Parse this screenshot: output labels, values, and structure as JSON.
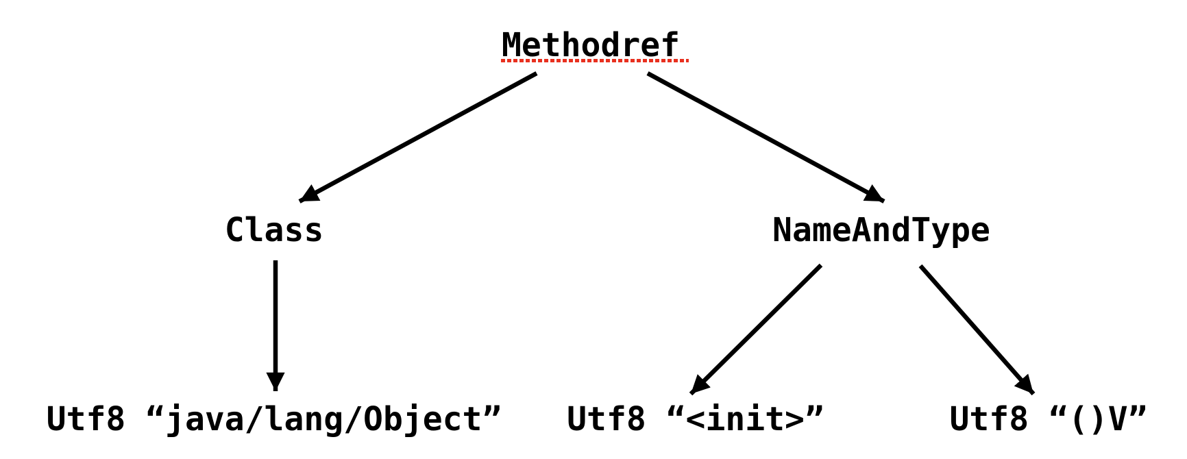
{
  "diagram": {
    "description": "Constant pool reference tree",
    "nodes": {
      "methodref": {
        "label": "Methodref",
        "underlined": true
      },
      "class": {
        "label": "Class"
      },
      "name_and_type": {
        "label": "NameAndType"
      },
      "utf8_object": {
        "label": "Utf8 “java/lang/Object”"
      },
      "utf8_init": {
        "label": "Utf8 “<init>”"
      },
      "utf8_v": {
        "label": "Utf8 “()V”"
      }
    },
    "edges": [
      {
        "from": "Methodref",
        "to": "Class"
      },
      {
        "from": "Methodref",
        "to": "NameAndType"
      },
      {
        "from": "Class",
        "to": "Utf8 “java/lang/Object”"
      },
      {
        "from": "NameAndType",
        "to": "Utf8 “<init>”"
      },
      {
        "from": "NameAndType",
        "to": "Utf8 “()V”"
      }
    ],
    "colors": {
      "text": "#000000",
      "background": "#ffffff",
      "arrow": "#000000",
      "spellcheck_underline": "#e8301f"
    }
  }
}
